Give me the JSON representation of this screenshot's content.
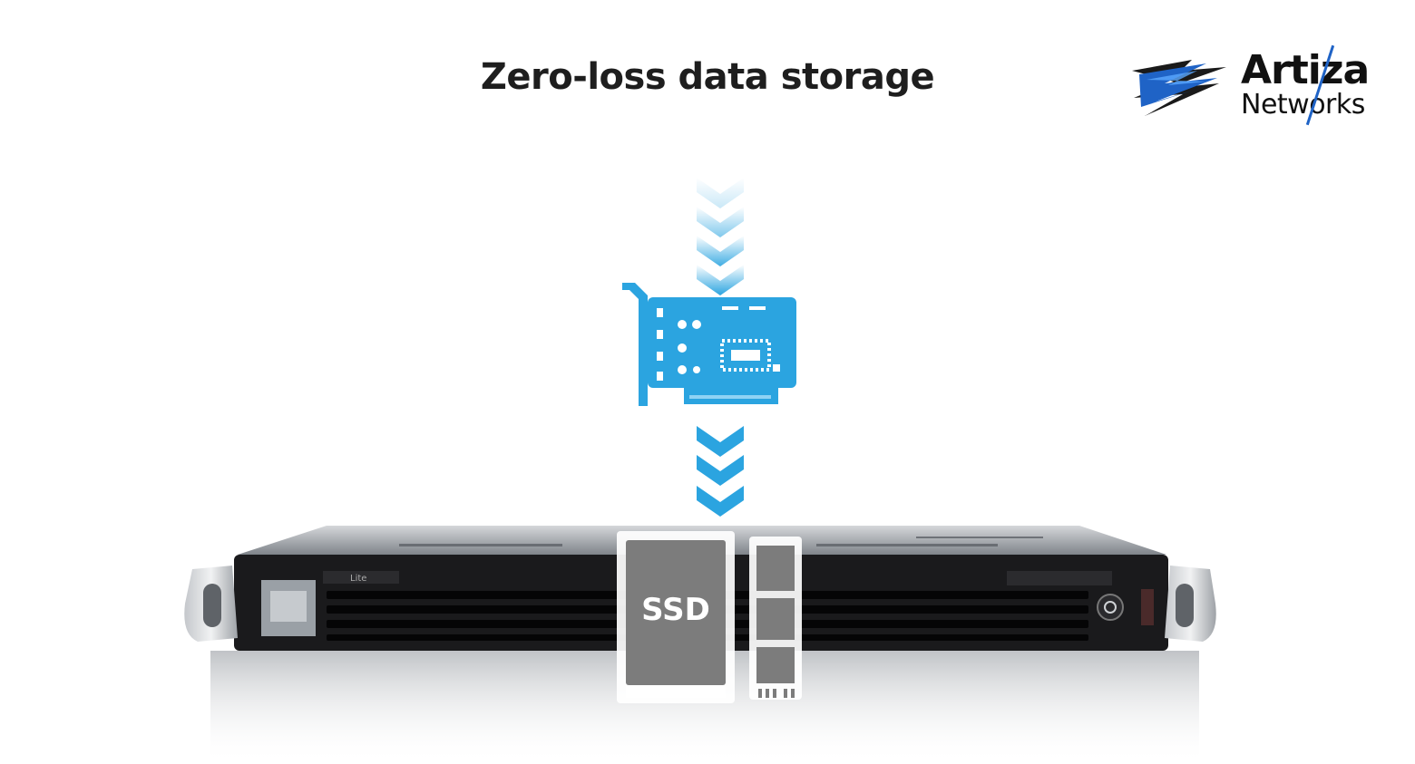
{
  "header": {
    "title": "Zero-loss data storage"
  },
  "logo": {
    "line1": "Artiza",
    "line2": "Networks",
    "colors": {
      "blue": "#1f63c6",
      "dark": "#111111"
    }
  },
  "diagram": {
    "ssd_label": "SSD",
    "server_badge": "Lite",
    "colors": {
      "accent": "#2ba4e0",
      "server_body": "#1a1a1c",
      "server_top": "#8f9399",
      "ssd_fill": "#7c7c7c"
    }
  }
}
